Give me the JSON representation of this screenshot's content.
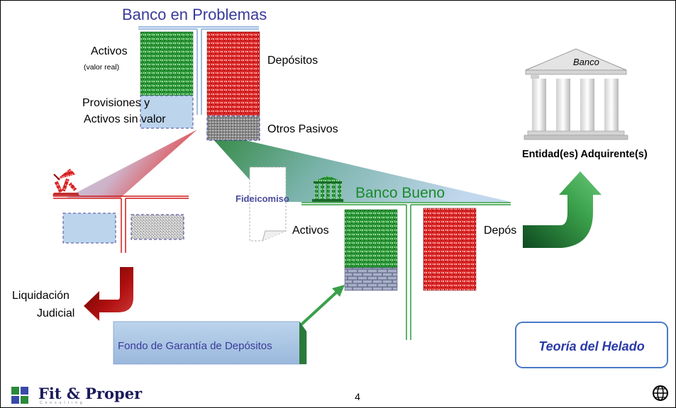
{
  "diagram": {
    "title": "Banco en Problemas",
    "problem_bank": {
      "assets_label": "Activos",
      "assets_note": "(valor real)",
      "provisions_label_line1": "Provisiones y",
      "provisions_label_line2": "Activos sin valor",
      "deposits_label": "Depósitos",
      "other_liabilities_label": "Otros Pasivos"
    },
    "acquirer": {
      "temple_label": "Banco",
      "label": "Entidad(es) Adquirente(s)"
    },
    "good_bank": {
      "title": "Banco Bueno",
      "trust_label": "Fideicomiso",
      "assets_label": "Activos",
      "deposits_label": "Depós"
    },
    "liquidation": {
      "line1": "Liquidación",
      "line2": "Judicial"
    },
    "fund_label": "Fondo de Garantía de Depósitos",
    "theory_label": "Teoría del Helado",
    "colors": {
      "title_blue": "#3a3a9a",
      "green_texture": "#2e9a3a",
      "red_texture": "#e02828",
      "pale_blue": "#bcd4ec",
      "dark_red_arrow": "#8a0a0a",
      "green_arrow": "#3aa04a"
    },
    "icons": [
      "temple-icon",
      "mini-bank-icon",
      "collapsed-bank-icon",
      "fit-proper-logo",
      "world-bank-logo"
    ]
  },
  "footer": {
    "brand": "Fit & Proper",
    "brand_sub": "Consulting",
    "page_number": "4"
  }
}
